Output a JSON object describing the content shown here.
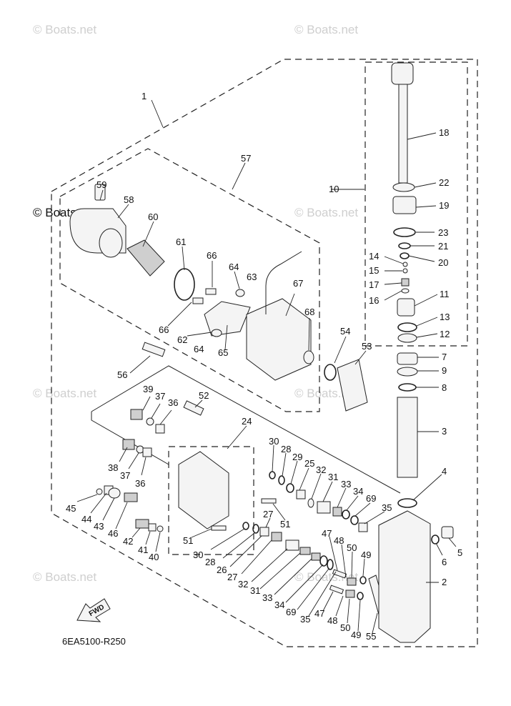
{
  "watermark": "© Boats.net",
  "diagram_code": "6EA5100-R250",
  "fwd_label": "FWD",
  "callouts": [
    {
      "id": "c1",
      "text": "1"
    },
    {
      "id": "c57",
      "text": "57"
    },
    {
      "id": "c59",
      "text": "59"
    },
    {
      "id": "c58",
      "text": "58"
    },
    {
      "id": "c60",
      "text": "60"
    },
    {
      "id": "c61",
      "text": "61"
    },
    {
      "id": "c66a",
      "text": "66"
    },
    {
      "id": "c64a",
      "text": "64"
    },
    {
      "id": "c63",
      "text": "63"
    },
    {
      "id": "c67",
      "text": "67"
    },
    {
      "id": "c68",
      "text": "68"
    },
    {
      "id": "c66b",
      "text": "66"
    },
    {
      "id": "c62",
      "text": "62"
    },
    {
      "id": "c64b",
      "text": "64"
    },
    {
      "id": "c65",
      "text": "65"
    },
    {
      "id": "c54",
      "text": "54"
    },
    {
      "id": "c53",
      "text": "53"
    },
    {
      "id": "c56",
      "text": "56"
    },
    {
      "id": "c39",
      "text": "39"
    },
    {
      "id": "c37a",
      "text": "37"
    },
    {
      "id": "c36a",
      "text": "36"
    },
    {
      "id": "c52",
      "text": "52"
    },
    {
      "id": "c24",
      "text": "24"
    },
    {
      "id": "c38",
      "text": "38"
    },
    {
      "id": "c37b",
      "text": "37"
    },
    {
      "id": "c36b",
      "text": "36"
    },
    {
      "id": "c45",
      "text": "45"
    },
    {
      "id": "c44",
      "text": "44"
    },
    {
      "id": "c43",
      "text": "43"
    },
    {
      "id": "c46",
      "text": "46"
    },
    {
      "id": "c42",
      "text": "42"
    },
    {
      "id": "c41",
      "text": "41"
    },
    {
      "id": "c40",
      "text": "40"
    },
    {
      "id": "c51a",
      "text": "51"
    },
    {
      "id": "c51b",
      "text": "51"
    },
    {
      "id": "c27a",
      "text": "27"
    },
    {
      "id": "c30a",
      "text": "30"
    },
    {
      "id": "c28a",
      "text": "28"
    },
    {
      "id": "c29",
      "text": "29"
    },
    {
      "id": "c25",
      "text": "25"
    },
    {
      "id": "c32a",
      "text": "32"
    },
    {
      "id": "c31a",
      "text": "31"
    },
    {
      "id": "c33a",
      "text": "33"
    },
    {
      "id": "c34a",
      "text": "34"
    },
    {
      "id": "c69a",
      "text": "69"
    },
    {
      "id": "c35a",
      "text": "35"
    },
    {
      "id": "c30b",
      "text": "30"
    },
    {
      "id": "c28b",
      "text": "28"
    },
    {
      "id": "c26",
      "text": "26"
    },
    {
      "id": "c27b",
      "text": "27"
    },
    {
      "id": "c32b",
      "text": "32"
    },
    {
      "id": "c31b",
      "text": "31"
    },
    {
      "id": "c33b",
      "text": "33"
    },
    {
      "id": "c34b",
      "text": "34"
    },
    {
      "id": "c69b",
      "text": "69"
    },
    {
      "id": "c35b",
      "text": "35"
    },
    {
      "id": "c47a",
      "text": "47"
    },
    {
      "id": "c48a",
      "text": "48"
    },
    {
      "id": "c50a",
      "text": "50"
    },
    {
      "id": "c49a",
      "text": "49"
    },
    {
      "id": "c47b",
      "text": "47"
    },
    {
      "id": "c48b",
      "text": "48"
    },
    {
      "id": "c50b",
      "text": "50"
    },
    {
      "id": "c49b",
      "text": "49"
    },
    {
      "id": "c55",
      "text": "55"
    },
    {
      "id": "c10",
      "text": "10"
    },
    {
      "id": "c18",
      "text": "18"
    },
    {
      "id": "c22",
      "text": "22"
    },
    {
      "id": "c19",
      "text": "19"
    },
    {
      "id": "c23",
      "text": "23"
    },
    {
      "id": "c21",
      "text": "21"
    },
    {
      "id": "c20",
      "text": "20"
    },
    {
      "id": "c14",
      "text": "14"
    },
    {
      "id": "c15",
      "text": "15"
    },
    {
      "id": "c17",
      "text": "17"
    },
    {
      "id": "c16",
      "text": "16"
    },
    {
      "id": "c11",
      "text": "11"
    },
    {
      "id": "c13",
      "text": "13"
    },
    {
      "id": "c12",
      "text": "12"
    },
    {
      "id": "c7",
      "text": "7"
    },
    {
      "id": "c9",
      "text": "9"
    },
    {
      "id": "c8",
      "text": "8"
    },
    {
      "id": "c3",
      "text": "3"
    },
    {
      "id": "c4",
      "text": "4"
    },
    {
      "id": "c6",
      "text": "6"
    },
    {
      "id": "c5",
      "text": "5"
    },
    {
      "id": "c2",
      "text": "2"
    }
  ]
}
